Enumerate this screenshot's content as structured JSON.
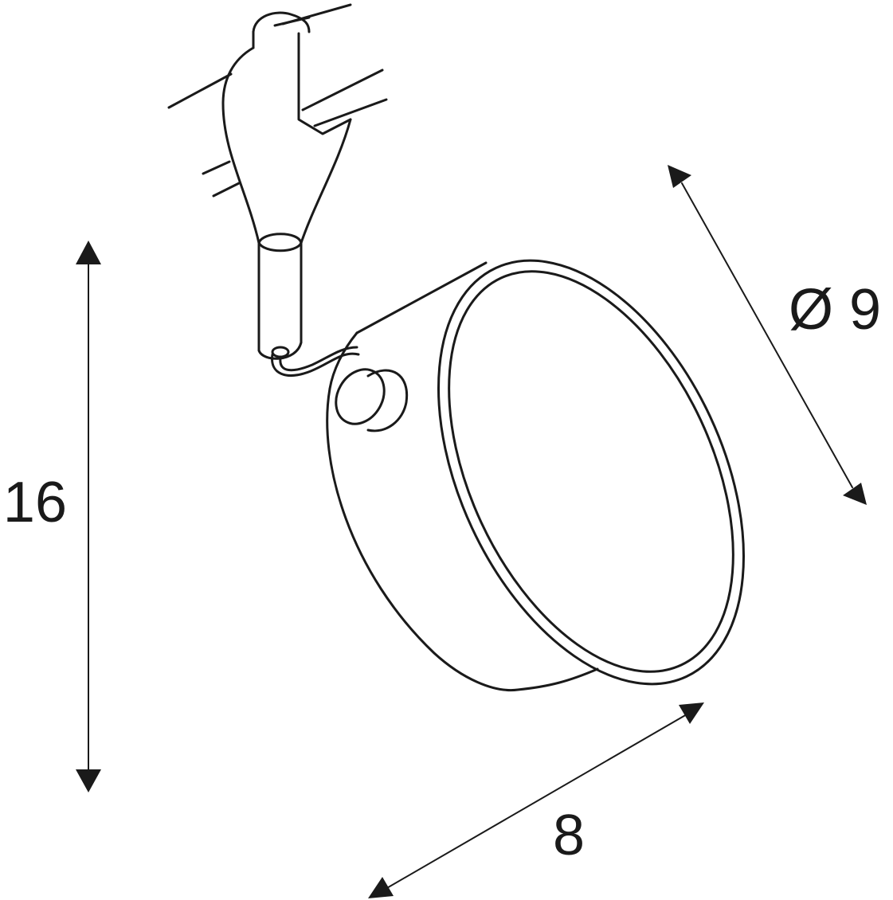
{
  "dimensions": {
    "height": {
      "value": "16"
    },
    "diameter": {
      "value": "Ø 9"
    },
    "depth": {
      "value": "8"
    }
  },
  "colors": {
    "ink": "#1a1a1a",
    "background": "#ffffff"
  }
}
